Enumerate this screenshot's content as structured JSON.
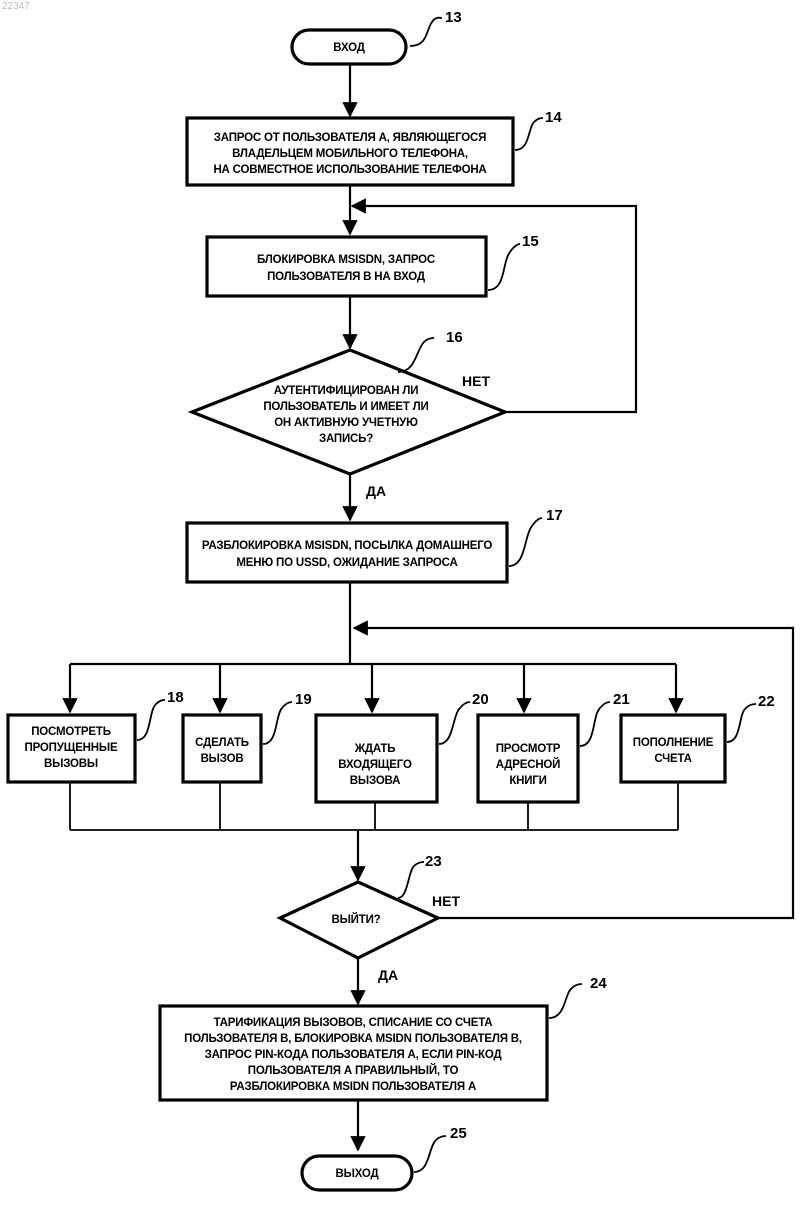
{
  "watermark": "22347",
  "nodes": {
    "start": {
      "ref": "13",
      "lines": [
        "ВХОД"
      ]
    },
    "request": {
      "ref": "14",
      "lines": [
        "ЗАПРОС ОТ ПОЛЬЗОВАТЕЛЯ А, ЯВЛЯЮЩЕГОСЯ",
        "ВЛАДЕЛЬЦЕМ МОБИЛЬНОГО ТЕЛЕФОНА,",
        "НА СОВМЕСТНОЕ ИСПОЛЬЗОВАНИЕ ТЕЛЕФОНА"
      ]
    },
    "block": {
      "ref": "15",
      "lines": [
        "БЛОКИРОВКА MSISDN, ЗАПРОС",
        "ПОЛЬЗОВАТЕЛЯ В НА ВХОД"
      ]
    },
    "auth": {
      "ref": "16",
      "lines": [
        "АУТЕНТИФИЦИРОВАН ЛИ",
        "ПОЛЬЗОВАТЕЛЬ И ИМЕЕТ ЛИ",
        "ОН АКТИВНУЮ УЧЕТНУЮ",
        "ЗАПИСЬ?"
      ],
      "yes": "ДА",
      "no": "НЕТ"
    },
    "unblock": {
      "ref": "17",
      "lines": [
        "РАЗБЛОКИРОВКА MSISDN, ПОСЫЛКА ДОМАШНЕГО",
        "МЕНЮ ПО USSD, ОЖИДАНИЕ ЗАПРОСА"
      ]
    },
    "missed": {
      "ref": "18",
      "lines": [
        "ПОСМОТРЕТЬ",
        "ПРОПУЩЕННЫЕ",
        "ВЫЗОВЫ"
      ]
    },
    "call": {
      "ref": "19",
      "lines": [
        "СДЕЛАТЬ",
        "ВЫЗОВ"
      ]
    },
    "wait": {
      "ref": "20",
      "lines": [
        "ЖДАТЬ",
        "ВХОДЯЩЕГО",
        "ВЫЗОВА"
      ]
    },
    "book": {
      "ref": "21",
      "lines": [
        "ПРОСМОТР",
        "АДРЕСНОЙ",
        "КНИГИ"
      ]
    },
    "topup": {
      "ref": "22",
      "lines": [
        "ПОПОЛНЕНИЕ",
        "СЧЕТА"
      ]
    },
    "exitq": {
      "ref": "23",
      "lines": [
        "ВЫЙТИ?"
      ],
      "yes": "ДА",
      "no": "НЕТ"
    },
    "billing": {
      "ref": "24",
      "lines": [
        "ТАРИФИКАЦИЯ ВЫЗОВОВ, СПИСАНИЕ СО СЧЕТА",
        "ПОЛЬЗОВАТЕЛЯ В, БЛОКИРОВКА MSIDN ПОЛЬЗОВАТЕЛЯ В,",
        "ЗАПРОС PIN-КОДА ПОЛЬЗОВАТЕЛЯ А, ЕСЛИ PIN-КОД",
        "ПОЛЬЗОВАТЕЛЯ А ПРАВИЛЬНЫЙ, ТО",
        "РАЗБЛОКИРОВКА MSIDN ПОЛЬЗОВАТЕЛЯ А"
      ]
    },
    "end": {
      "ref": "25",
      "lines": [
        "ВЫХОД"
      ]
    }
  }
}
